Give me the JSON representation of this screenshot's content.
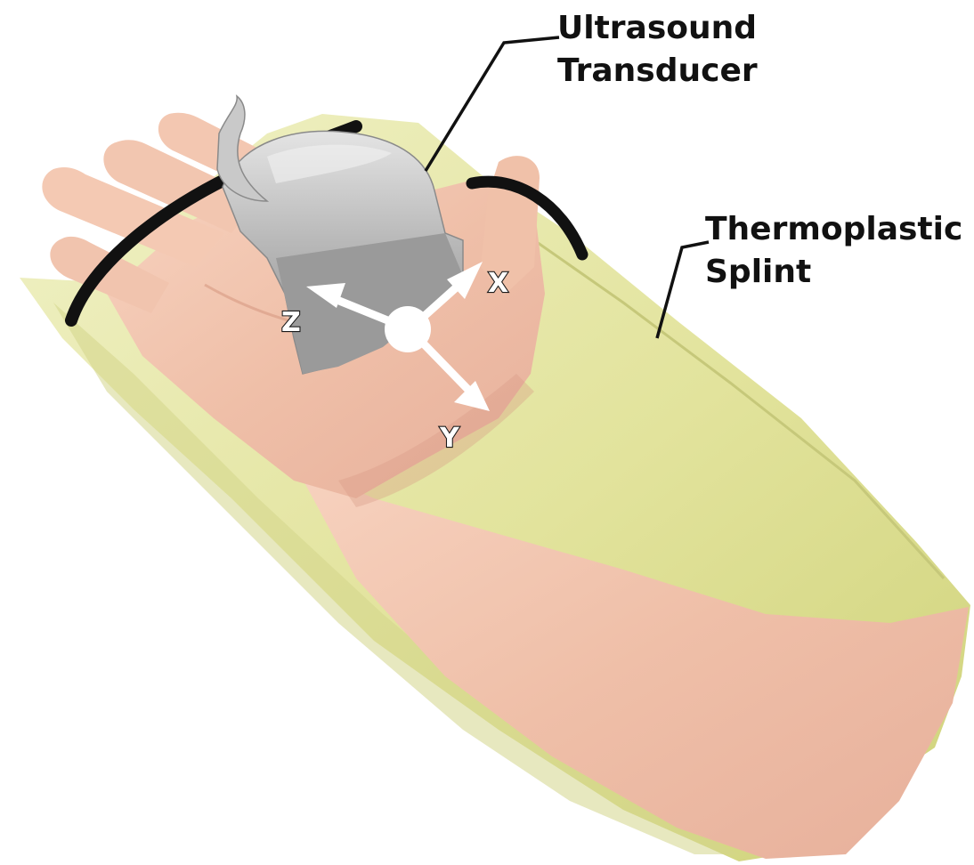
{
  "labels": {
    "transducer": [
      "Ultrasound",
      "Transducer"
    ],
    "splint": [
      "Thermoplastic",
      "Splint"
    ]
  },
  "axes": {
    "x": "X",
    "y": "Y",
    "z": "Z"
  },
  "colors": {
    "splint": "#e6e7a6",
    "splint_shade": "#c9cc6e",
    "skin": "#f2c4ad",
    "skin_shadow": "#dc9d86",
    "transducer": "#a9a9a9",
    "strap": "#111111",
    "arrows": "#ffffff",
    "leader_lines": "#111111"
  }
}
